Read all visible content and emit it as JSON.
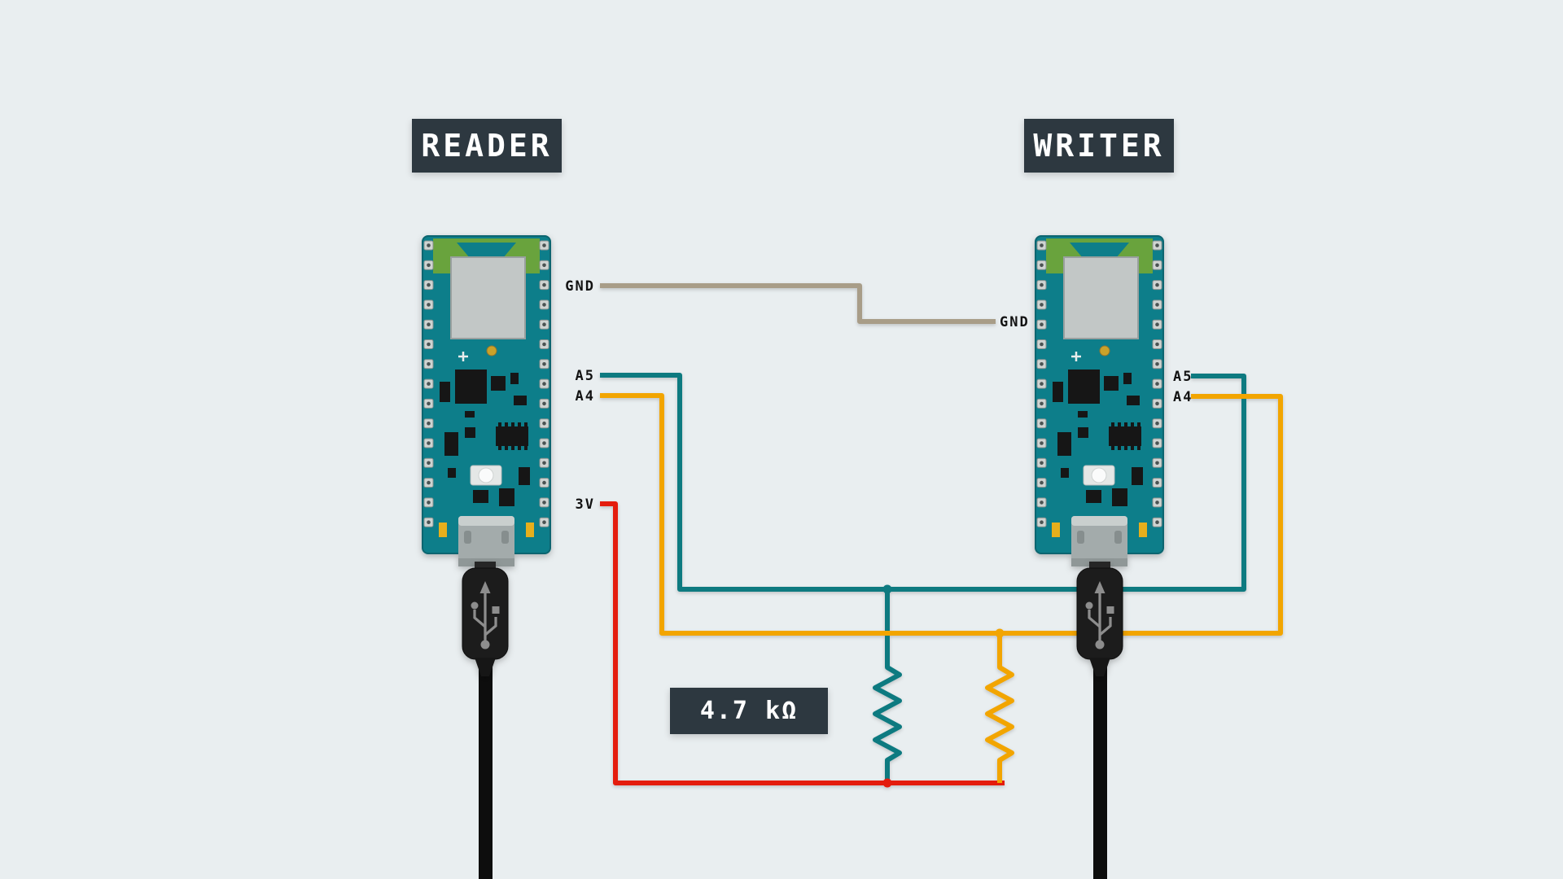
{
  "page": {
    "background": "#e9eef0"
  },
  "reader": {
    "title": "READER",
    "pins": {
      "gnd": "GND",
      "a5": "A5",
      "a4": "A4",
      "v3": "3V"
    }
  },
  "writer": {
    "title": "WRITER",
    "pins": {
      "gnd": "GND",
      "a5": "A5",
      "a4": "A4"
    }
  },
  "resistor": {
    "label": "4.7 kΩ"
  },
  "colors": {
    "wire_gnd": "#a89d88",
    "wire_a5": "#0f7a80",
    "wire_a4": "#f2a500",
    "wire_3v": "#e41b0c",
    "label_bg": "#2d3840",
    "label_text": "#ffffff",
    "pcb": "#0a7e8a"
  }
}
